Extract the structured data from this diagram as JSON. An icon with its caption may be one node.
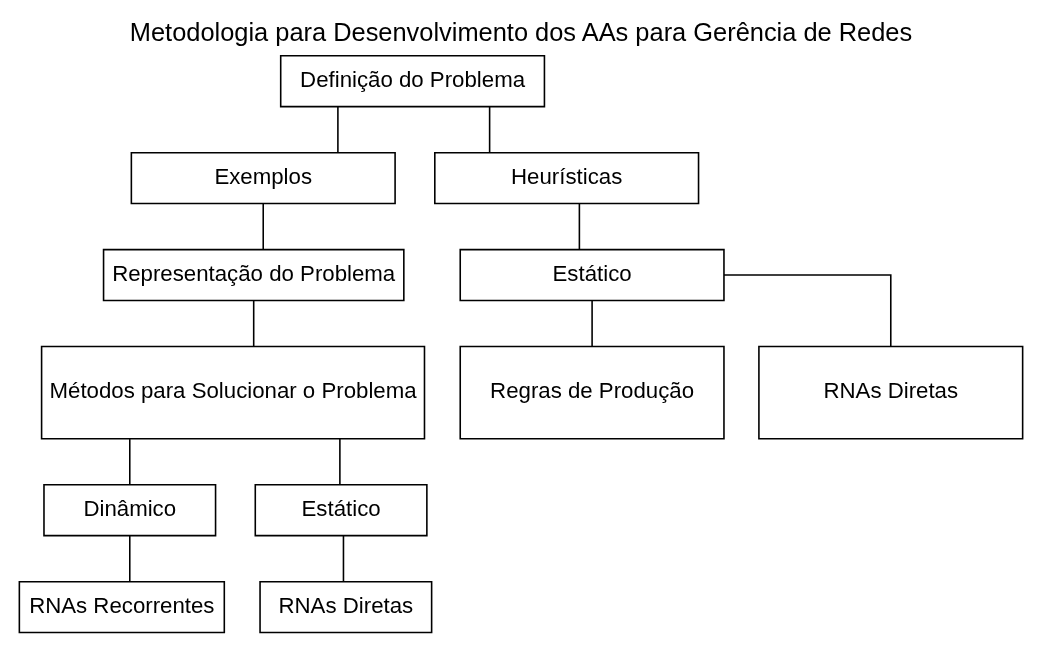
{
  "diagram": {
    "title": "Metodologia para Desenvolvimento dos AAs para Gerência de Redes",
    "nodes": [
      {
        "text": [
          "Definição do Problema"
        ]
      },
      {
        "text": [
          "Exemplos"
        ]
      },
      {
        "text": [
          "Heurísticas"
        ]
      },
      {
        "text": [
          "Representação do Problema"
        ]
      },
      {
        "text": [
          "Estático"
        ]
      },
      {
        "text": [
          "Métodos para Solucionar o Problema"
        ]
      },
      {
        "text": [
          "Regras de Produção"
        ]
      },
      {
        "text": [
          "RNAs Diretas"
        ]
      },
      {
        "text": [
          "Dinâmico"
        ]
      },
      {
        "text": [
          "Estático"
        ]
      },
      {
        "text": [
          "RNAs Recorrentes"
        ]
      },
      {
        "text": [
          "RNAs Diretas"
        ]
      }
    ],
    "edges": [
      {
        "from": 0,
        "to": 1,
        "arrow": "none"
      },
      {
        "from": 0,
        "to": 2,
        "arrow": "none"
      },
      {
        "from": 1,
        "to": 3,
        "arrow": "none"
      },
      {
        "from": 2,
        "to": 4,
        "arrow": "none"
      },
      {
        "from": 3,
        "to": 5,
        "arrow": "none"
      },
      {
        "from": 4,
        "to": 6,
        "arrow": "none"
      },
      {
        "from": 4,
        "to": 7,
        "arrow": "none"
      },
      {
        "from": 5,
        "to": 8,
        "arrow": "none"
      },
      {
        "from": 5,
        "to": 9,
        "arrow": "none"
      },
      {
        "from": 8,
        "to": 10,
        "arrow": "none"
      },
      {
        "from": 9,
        "to": 11,
        "arrow": "none"
      }
    ]
  }
}
